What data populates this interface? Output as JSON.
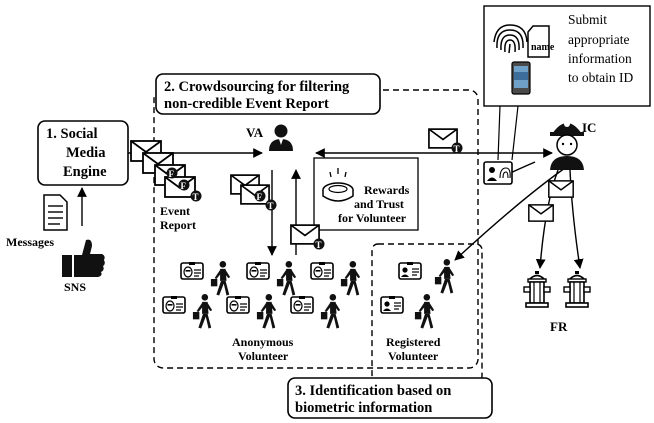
{
  "social_media_engine": {
    "lines": [
      "1. Social",
      "Media",
      "Engine"
    ]
  },
  "crowdsourcing": {
    "lines": [
      "2. Crowdsourcing for filtering",
      "non-credible Event Report"
    ]
  },
  "identification": {
    "lines": [
      "3. Identification based on",
      "biometric information"
    ]
  },
  "submit_info": {
    "lines": [
      "Submit",
      "appropriate",
      "information",
      "to obtain ID"
    ],
    "name_tag": "name"
  },
  "labels": {
    "messages": "Messages",
    "sns": "SNS",
    "event_report": [
      "Event",
      "Report"
    ],
    "va": "VA",
    "rewards": [
      "Rewards",
      "and Trust",
      "for Volunteer"
    ],
    "anonymous_volunteer": [
      "Anonymous",
      "Volunteer"
    ],
    "registered_volunteer": [
      "Registered",
      "Volunteer"
    ],
    "ic": "IC",
    "fr": "FR"
  },
  "envelope_badges": {
    "fake": "F",
    "true": "T"
  },
  "icons": [
    "document-icon",
    "thumbs-up-icon",
    "envelope-icon",
    "person-icon",
    "coin-icon",
    "id-card-icon",
    "walking-person-icon",
    "police-officer-icon",
    "fire-hydrant-icon",
    "fingerprint-icon",
    "smartphone-icon"
  ]
}
